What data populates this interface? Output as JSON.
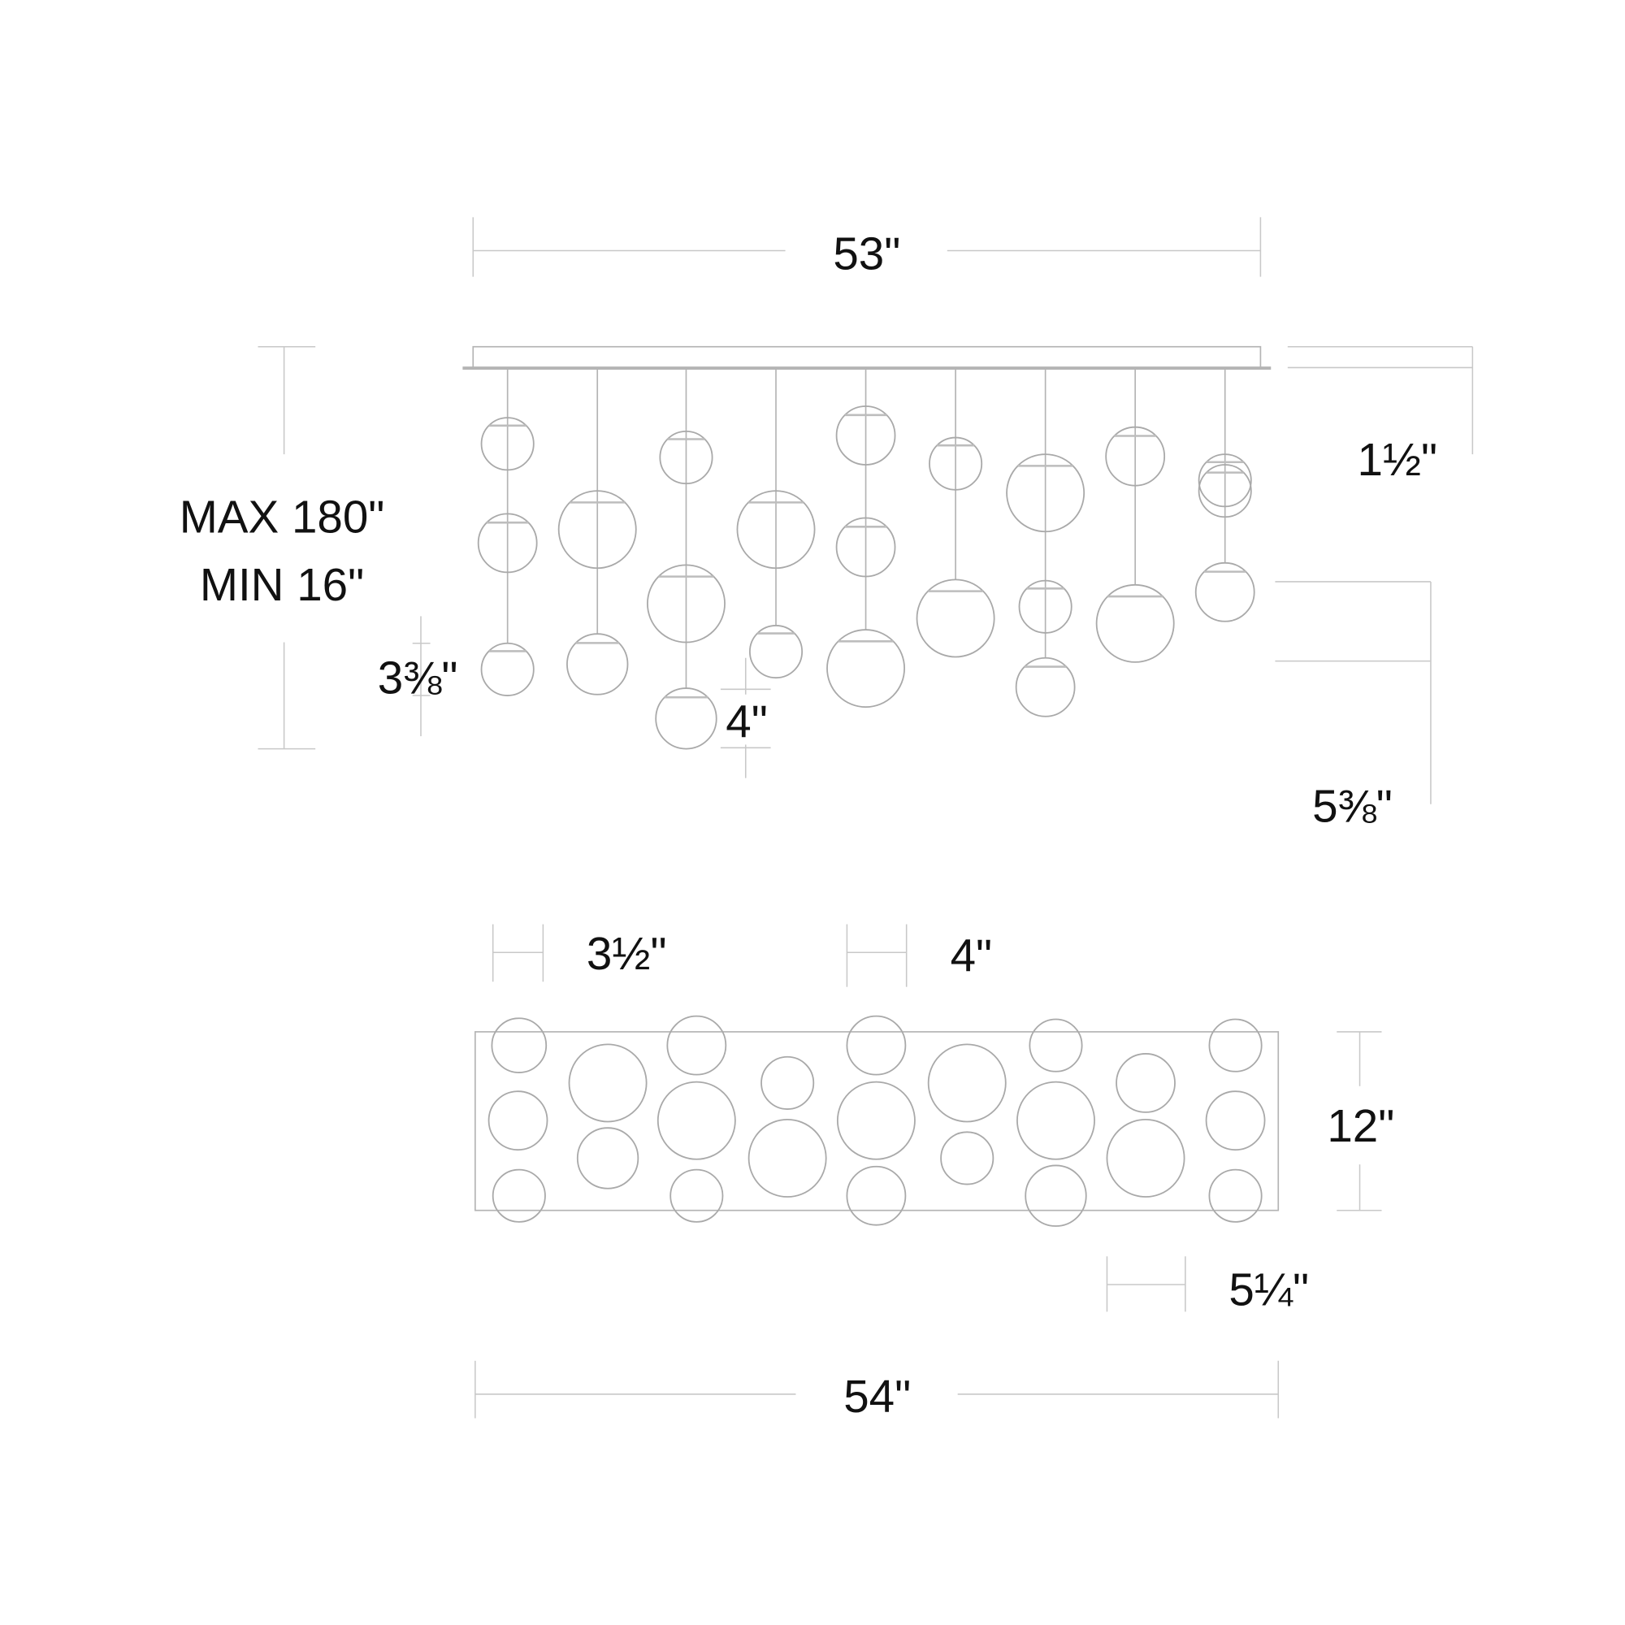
{
  "front_view": {
    "width_label": "53\"",
    "canopy_height_label": "1½\"",
    "max_height_label": "MAX 180\"",
    "min_height_label": "MIN 16\"",
    "small_globe_label": "3⅜\"",
    "medium_globe_label": "4\"",
    "large_globe_label": "5⅜\""
  },
  "top_view": {
    "small_globe_label": "3½\"",
    "medium_globe_label": "4\"",
    "depth_label": "12\"",
    "large_globe_label": "5¼\"",
    "width_label": "54\""
  },
  "colors": {
    "line": "#b4b4b4",
    "text": "#111111"
  }
}
